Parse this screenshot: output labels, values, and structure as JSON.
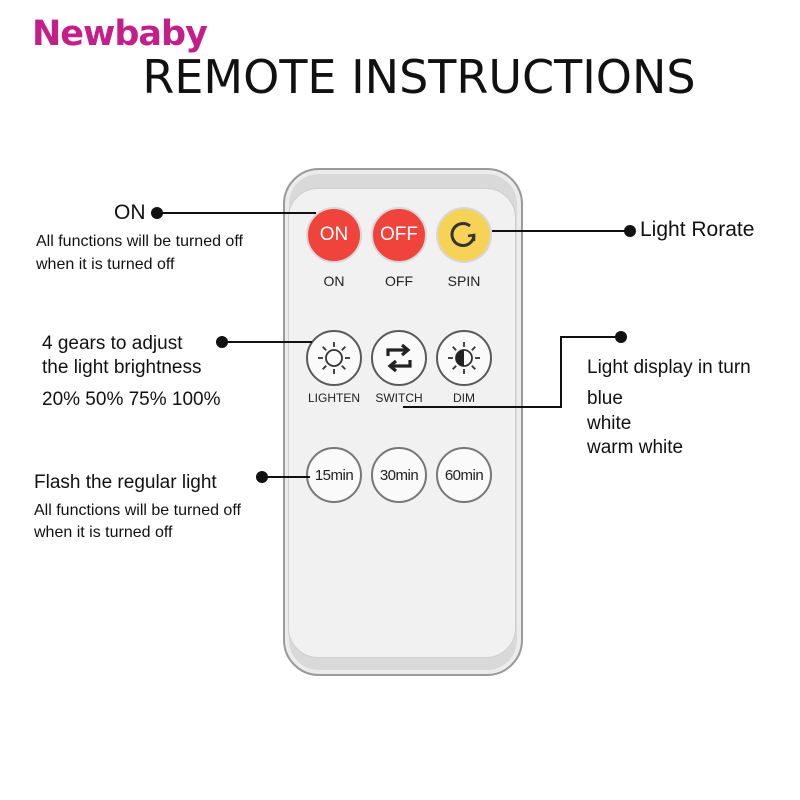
{
  "brand": "Newbaby",
  "title": "REMOTE INSTRUCTIONS",
  "buttons": {
    "on": {
      "face": "ON",
      "label": "ON"
    },
    "off": {
      "face": "OFF",
      "label": "OFF"
    },
    "spin": {
      "label": "SPIN",
      "icon": "spin-icon"
    },
    "lighten": {
      "label": "LIGHTEN",
      "icon": "sun-icon"
    },
    "switch": {
      "label": "SWITCH",
      "icon": "switch-arrows-icon"
    },
    "dim": {
      "label": "DIM",
      "icon": "half-sun-icon"
    },
    "t15": {
      "face": "15min"
    },
    "t30": {
      "face": "30min"
    },
    "t60": {
      "face": "60min"
    }
  },
  "annotations": {
    "on": {
      "title": "ON",
      "line1": "All functions will be turned off",
      "line2": "when it is turned off"
    },
    "rotate": {
      "title": "Light Rorate"
    },
    "brightness": {
      "line1": "4 gears to adjust",
      "line2": "the light brightness",
      "line3": "20% 50% 75% 100%"
    },
    "display": {
      "title": "Light display in turn",
      "items": [
        "blue",
        "white",
        "warm white"
      ]
    },
    "flash": {
      "title": "Flash the regular light",
      "line1": "All functions will be turned off",
      "line2": "when it is turned off"
    }
  },
  "colors": {
    "brand": "#c41e8a",
    "on_off_button": "#f0433b",
    "spin_button": "#f6d356",
    "remote_body": "#f1f1f1"
  }
}
